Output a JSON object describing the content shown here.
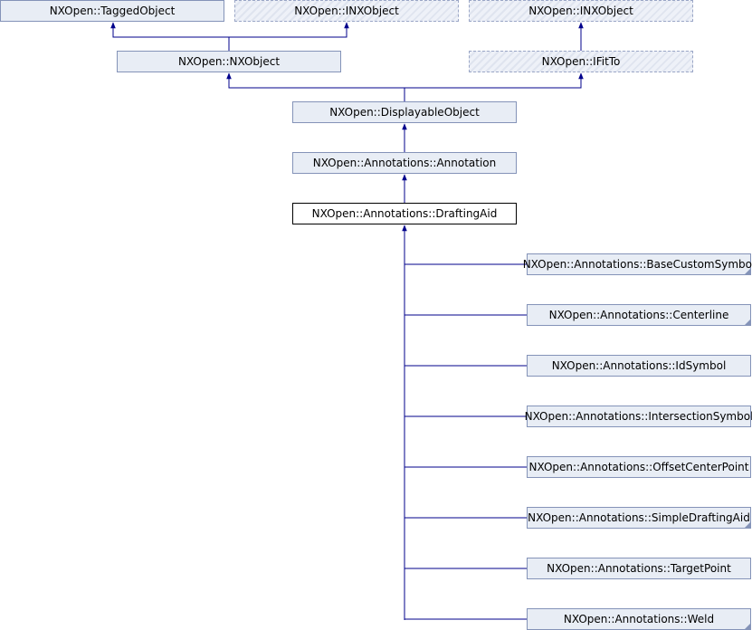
{
  "colors": {
    "edge": "#00008b",
    "node_fill": "#e8edf5",
    "node_border": "#8493b8"
  },
  "nodes": {
    "tagged_object": "NXOpen::TaggedObject",
    "inx_object_1": "NXOpen::INXObject",
    "inx_object_2": "NXOpen::INXObject",
    "nx_object": "NXOpen::NXObject",
    "ifit_to": "NXOpen::IFitTo",
    "displayable_object": "NXOpen::DisplayableObject",
    "annotation": "NXOpen::Annotations::Annotation",
    "drafting_aid": "NXOpen::Annotations::DraftingAid",
    "base_custom_symbol": "NXOpen::Annotations::BaseCustomSymbol",
    "centerline": "NXOpen::Annotations::Centerline",
    "id_symbol": "NXOpen::Annotations::IdSymbol",
    "intersection_symbol": "NXOpen::Annotations::IntersectionSymbol",
    "offset_center_point": "NXOpen::Annotations::OffsetCenterPoint",
    "simple_drafting_aid": "NXOpen::Annotations::SimpleDraftingAid",
    "target_point": "NXOpen::Annotations::TargetPoint",
    "weld": "NXOpen::Annotations::Weld"
  }
}
